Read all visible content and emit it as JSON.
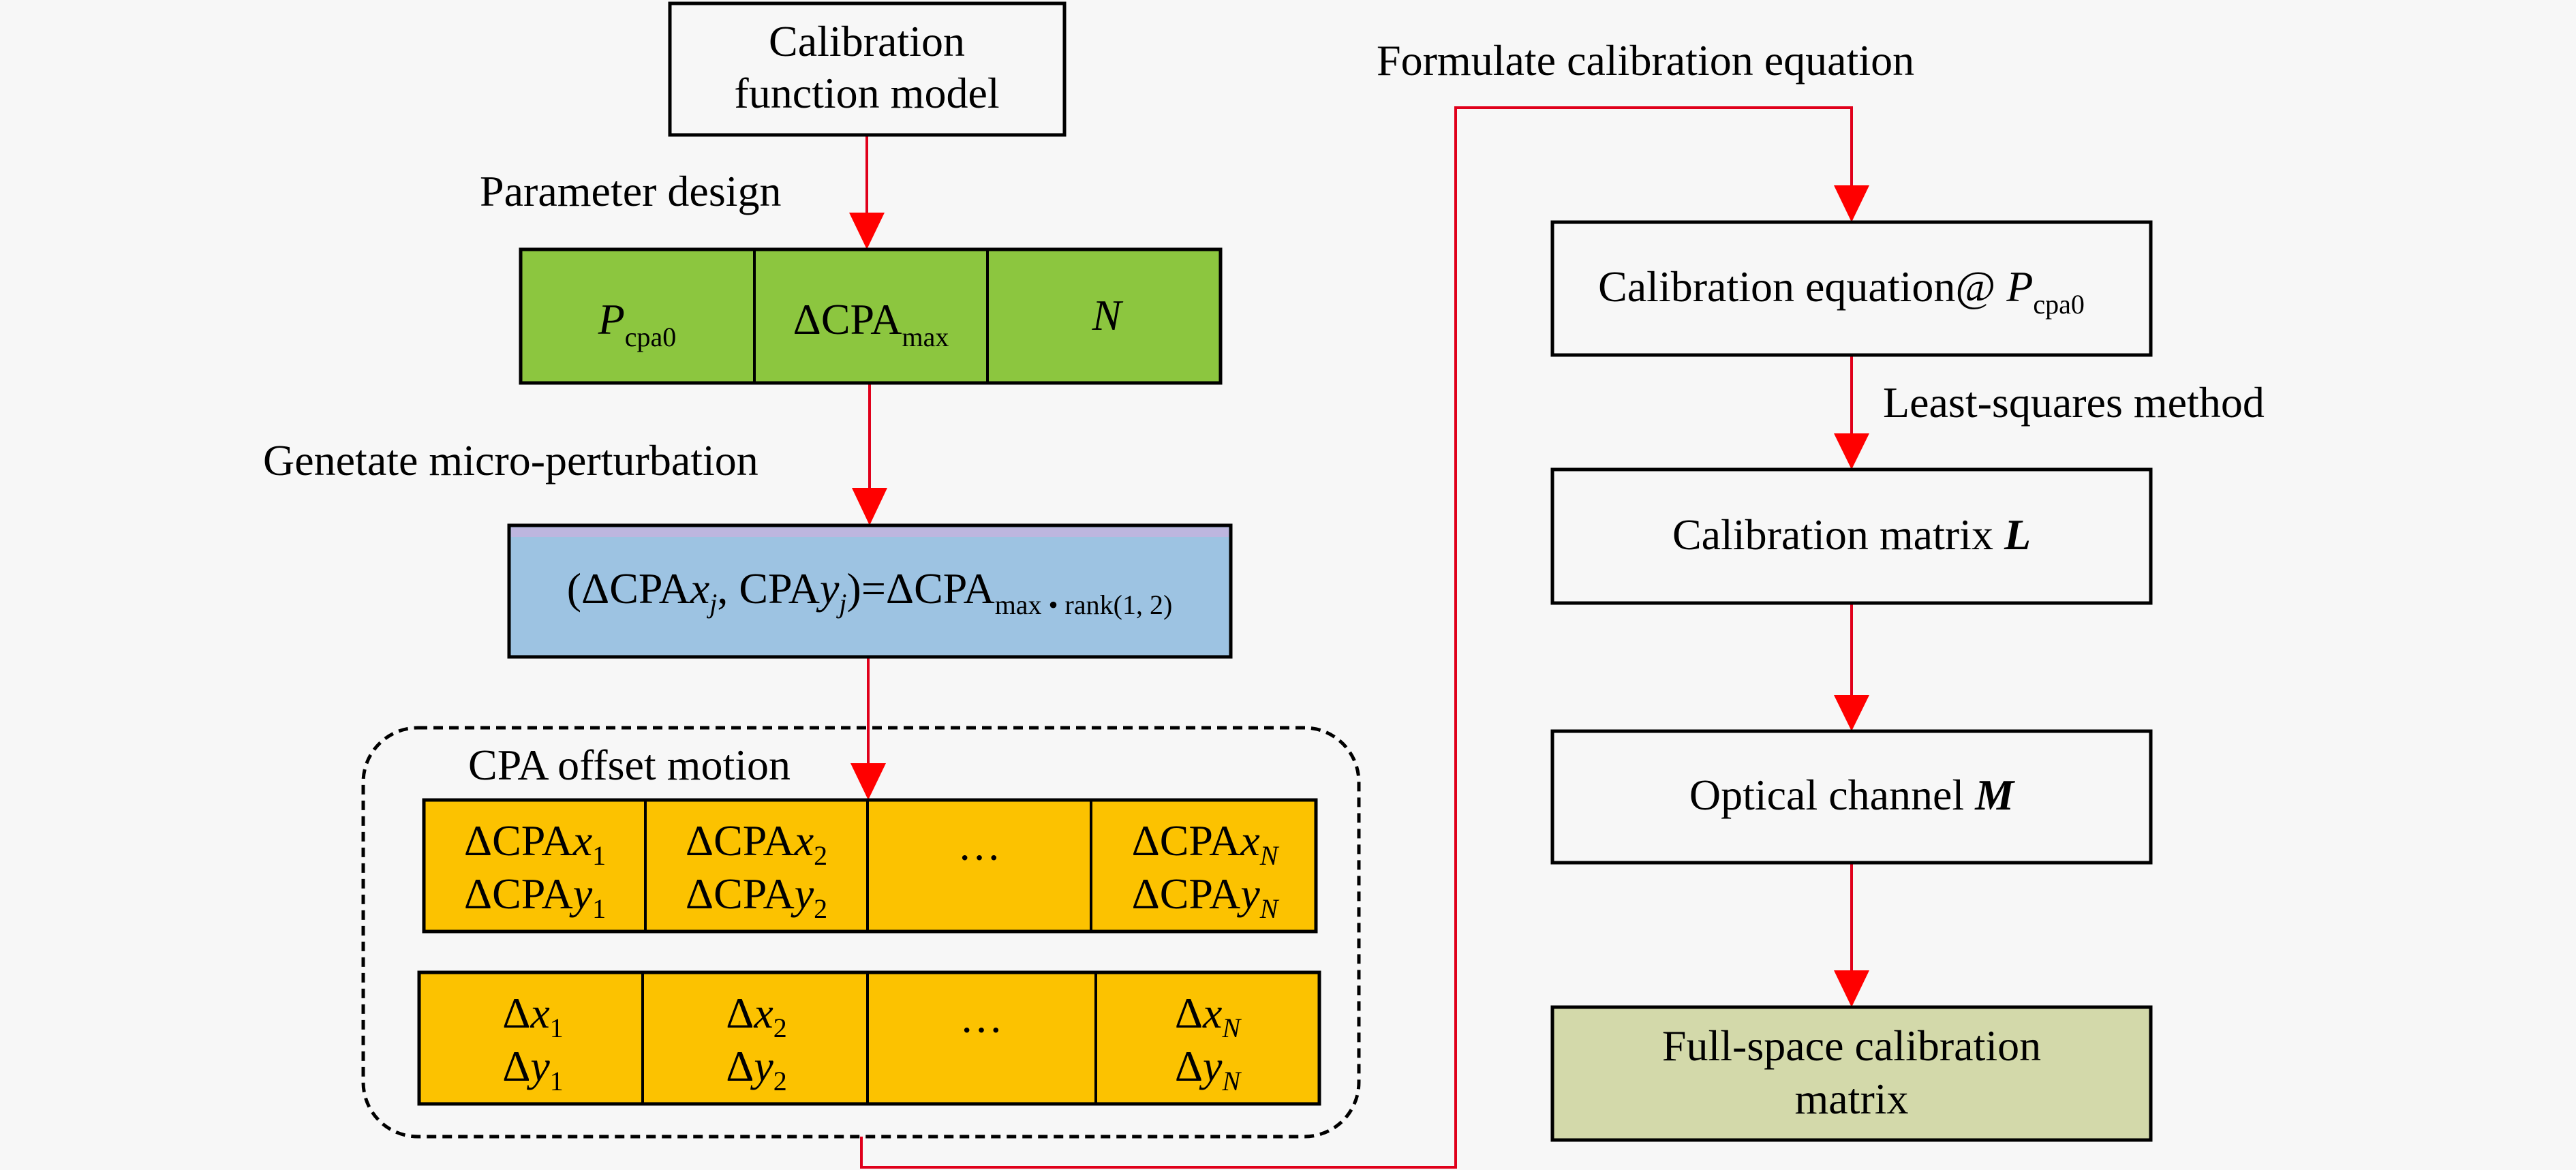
{
  "colors": {
    "background": "#f7f7f7",
    "param_green": "#8cc63f",
    "perturb_blue": "#9dc3e2",
    "perturb_strip": "#bdb6df",
    "offset_orange": "#fcc200",
    "result_olive": "#d3d9aa",
    "arrow_red": "#ff0000",
    "connector_red": "#e0001b"
  },
  "nodes": {
    "model": {
      "line1": "Calibration",
      "line2": "function model"
    },
    "parameters": [
      {
        "main": "P",
        "sub": "cpa0"
      },
      {
        "main": "ΔCPA",
        "sub": "max"
      },
      {
        "main": "N",
        "sub": ""
      }
    ],
    "perturbation": {
      "open": "(ΔCPA",
      "x": "x",
      "j1": "j",
      "mid": ", CPA",
      "y": "y",
      "j2": "j",
      "close": ")=ΔCPA",
      "sub": "max • rank(1, 2)"
    },
    "offset_group_label": "CPA offset motion",
    "offset_cpa": [
      {
        "top_main": "ΔCPA",
        "top_var": "x",
        "top_sub": "1",
        "bottom_main": "ΔCPA",
        "bottom_var": "y",
        "bottom_sub": "1"
      },
      {
        "top_main": "ΔCPA",
        "top_var": "x",
        "top_sub": "2",
        "bottom_main": "ΔCPA",
        "bottom_var": "y",
        "bottom_sub": "2"
      },
      {
        "ellipsis": "···"
      },
      {
        "top_main": "ΔCPA",
        "top_var": "x",
        "top_sub": "N",
        "bottom_main": "ΔCPA",
        "bottom_var": "y",
        "bottom_sub": "N"
      }
    ],
    "offset_delta": [
      {
        "top_main": "Δ",
        "top_var": "x",
        "top_sub": "1",
        "bottom_main": "Δ",
        "bottom_var": "y",
        "bottom_sub": "1"
      },
      {
        "top_main": "Δ",
        "top_var": "x",
        "top_sub": "2",
        "bottom_main": "Δ",
        "bottom_var": "y",
        "bottom_sub": "2"
      },
      {
        "ellipsis": "···"
      },
      {
        "top_main": "Δ",
        "top_var": "x",
        "top_sub": "N",
        "bottom_main": "Δ",
        "bottom_var": "y",
        "bottom_sub": "N"
      }
    ],
    "equation": {
      "text": "Calibration equation@ ",
      "var": "P",
      "sub": "cpa0"
    },
    "matrix_l": {
      "text": "Calibration matrix ",
      "var": "L"
    },
    "channel_m": {
      "text": "Optical channel ",
      "var": "M"
    },
    "full_space": {
      "line1": "Full-space calibration",
      "line2": "matrix"
    }
  },
  "edge_labels": {
    "parameter_design": "Parameter design",
    "generate_perturbation": "Genetate micro-perturbation",
    "formulate_equation": "Formulate calibration equation",
    "least_squares": "Least-squares method"
  }
}
